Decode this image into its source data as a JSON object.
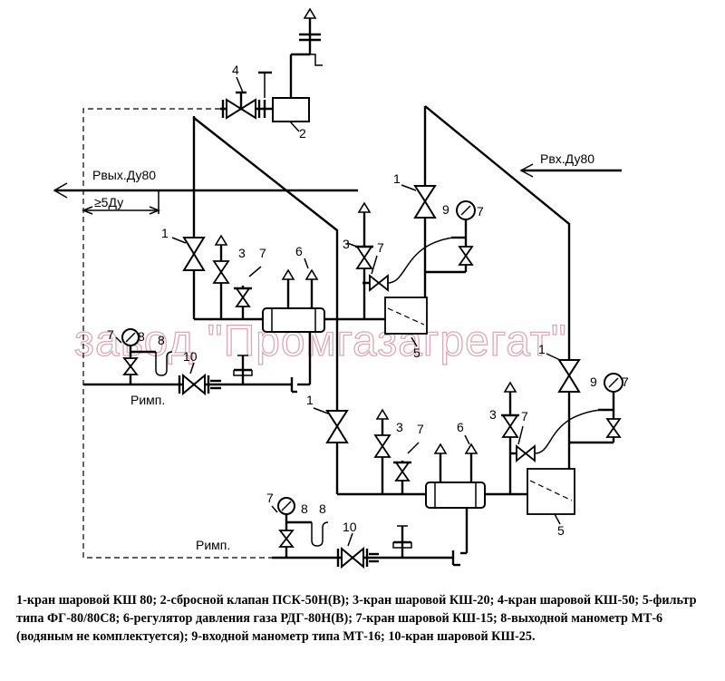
{
  "labels": {
    "p_out": "Pвых.Ду80",
    "p_in": "Pвх.Ду80",
    "dist": "≥5Ду",
    "p_imp_top": "Pимп.",
    "p_imp_bottom": "Pимп."
  },
  "watermark": "завод \"Промгазагрегат\"",
  "numbers": {
    "n1a": "1",
    "n1b": "1",
    "n1c": "1",
    "n1d": "1",
    "n2": "2",
    "n3a": "3",
    "n3b": "3",
    "n3c": "3",
    "n3d": "3",
    "n4": "4",
    "n5a": "5",
    "n5b": "5",
    "n6a": "6",
    "n6b": "6",
    "n7a": "7",
    "n7b": "7",
    "n7c": "7",
    "n7d": "7",
    "n7e": "7",
    "n7f": "7",
    "n7g": "7",
    "n8a": "8",
    "n8b": "8",
    "n8c": "8",
    "n8d": "8",
    "n9a": "9",
    "n9b": "9",
    "n10a": "10",
    "n10b": "10"
  },
  "legend": "1-кран шаровой КШ 80; 2-сбросной клапан ПСК-50Н(В); 3-кран шаровой КШ-20; 4-кран шаровой КШ-50; 5-фильтр типа ФГ-80/80С8; 6-регулятор давления газа РДГ-80Н(В); 7-кран шаровой КШ-15; 8-выходной манометр МТ-6 (водяным не комплектуется); 9-входной манометр типа МТ-16; 10-кран шаровой КШ-25."
}
